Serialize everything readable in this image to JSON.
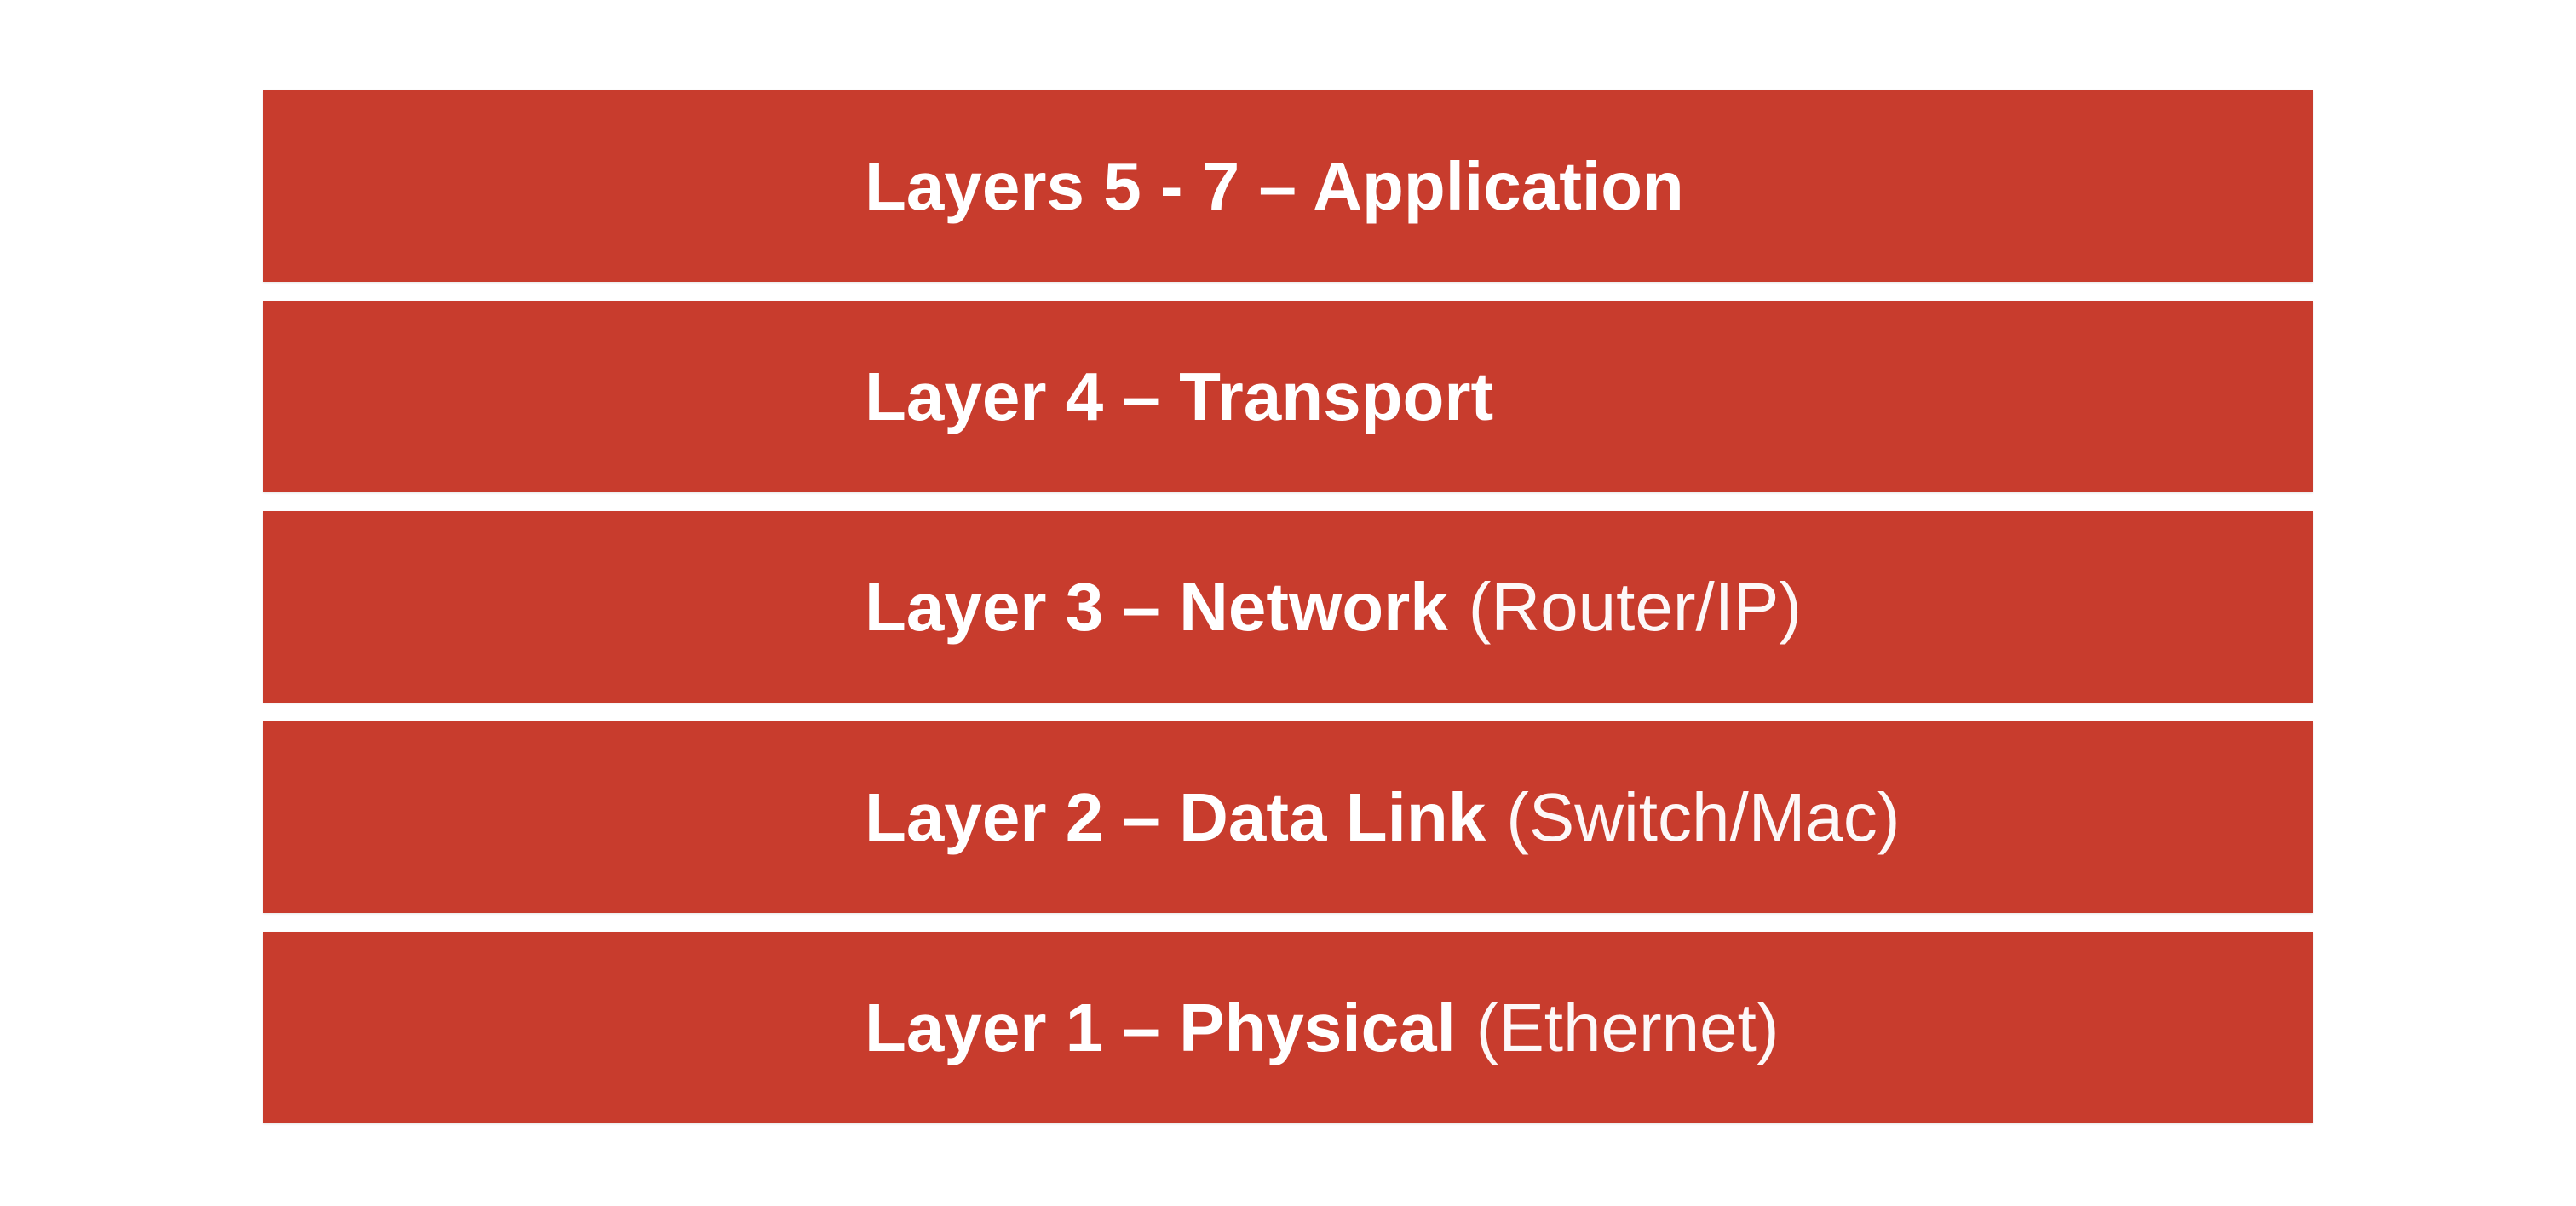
{
  "diagram": {
    "colors": {
      "bar": "#C83C2D",
      "background": "#FFFFFF",
      "text": "#FFFFFF"
    },
    "layers": [
      {
        "label": "Layers 5 - 7 – Application",
        "detail": ""
      },
      {
        "label": "Layer 4 – Transport",
        "detail": ""
      },
      {
        "label": "Layer 3 – Network",
        "detail": "(Router/IP)"
      },
      {
        "label": "Layer 2 – Data Link",
        "detail": "(Switch/Mac)"
      },
      {
        "label": "Layer 1 – Physical",
        "detail": "(Ethernet)"
      }
    ]
  }
}
